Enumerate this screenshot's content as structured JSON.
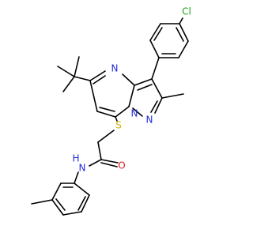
{
  "molecule": {
    "atoms": [
      {
        "id": "N1",
        "symbol": "N",
        "color": "#1f2ae0"
      },
      {
        "id": "N2",
        "symbol": "N",
        "color": "#1f2ae0"
      },
      {
        "id": "N3",
        "symbol": "N",
        "color": "#1f2ae0"
      },
      {
        "id": "S1",
        "symbol": "S",
        "color": "#c9b600"
      },
      {
        "id": "O1",
        "symbol": "O",
        "color": "#e01a1a"
      },
      {
        "id": "NH",
        "symbol": "N",
        "color": "#1f2ae0"
      },
      {
        "id": "H1",
        "symbol": "H",
        "color": "#1f2ae0"
      },
      {
        "id": "Cl1",
        "symbol": "Cl",
        "color": "#1aa51a"
      }
    ]
  }
}
